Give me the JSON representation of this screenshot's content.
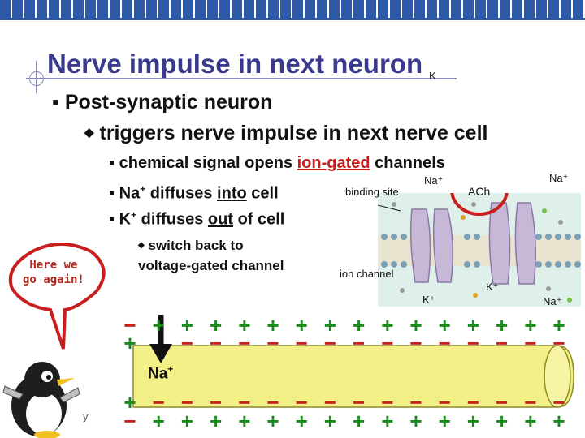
{
  "slide": {
    "title": "Nerve impulse in next neuron",
    "stray_mark": "K",
    "bullet1": "Post-synaptic neuron",
    "bullet2": "triggers nerve impulse in next nerve cell",
    "sub1": {
      "pre": "chemical signal opens ",
      "em": "ion-gated",
      "post": " channels"
    },
    "sub2": {
      "pre": "Na",
      "sup": "+",
      "mid": " diffuses ",
      "em": "into",
      "post": " cell"
    },
    "sub3": {
      "pre": "K",
      "sup": "+",
      "mid": " diffuses ",
      "em": "out",
      "post": " of cell"
    },
    "sub4_line1": "switch back to",
    "sub4_line2": "voltage-gated channel",
    "bubble_line1": "Here we",
    "bubble_line2": "go again!",
    "credit_fragment": "y"
  },
  "diagram": {
    "binding_site": "binding site",
    "na_top1": "Na⁺",
    "ach": "ACh",
    "na_top2": "Na⁺",
    "ion_channel": "ion channel",
    "k_lower1": "K⁺",
    "k_lower2": "K⁺",
    "na_lower": "Na⁺"
  },
  "axon": {
    "na_label": "Na",
    "na_sup": "+",
    "top_row": [
      "−",
      "+",
      "+",
      "+",
      "+",
      "+",
      "+",
      "+",
      "+",
      "+",
      "+",
      "+",
      "+",
      "+",
      "+",
      "+"
    ],
    "inner_top_row": [
      "+",
      "",
      "−",
      "−",
      "−",
      "−",
      "−",
      "−",
      "−",
      "−",
      "−",
      "−",
      "−",
      "−",
      "−",
      "−"
    ],
    "inner_bottom_row": [
      "+",
      "−",
      "−",
      "−",
      "−",
      "−",
      "−",
      "−",
      "−",
      "−",
      "−",
      "−",
      "−",
      "−",
      "−",
      "−"
    ],
    "bottom_row": [
      "−",
      "+",
      "+",
      "+",
      "+",
      "+",
      "+",
      "+",
      "+",
      "+",
      "+",
      "+",
      "+",
      "+",
      "+",
      "+"
    ]
  },
  "colors": {
    "title": "#3a3a8c",
    "accent_red": "#c81e1e",
    "axon_yellow": "#f3f088",
    "plus_green": "#178a1a",
    "minus_red": "#c81e1e"
  }
}
